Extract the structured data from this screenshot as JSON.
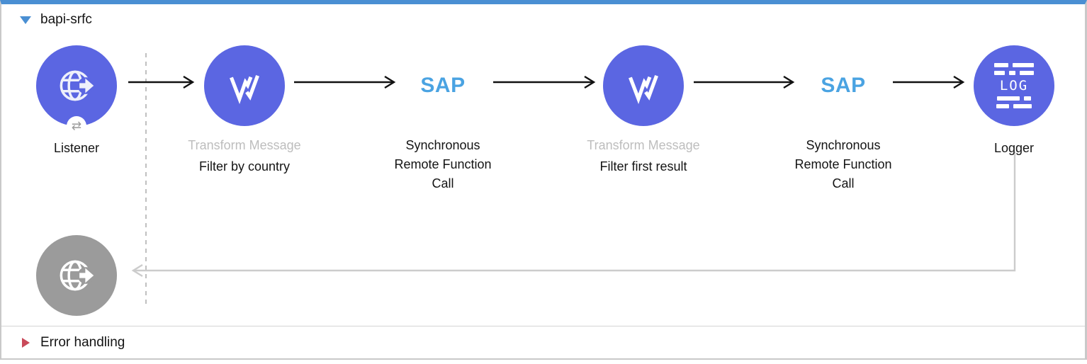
{
  "flow": {
    "title": "bapi-srfc",
    "error_handling": "Error handling"
  },
  "nodes": {
    "listener": {
      "label": "Listener",
      "badge_glyph": "⇄"
    },
    "transform1": {
      "type": "Transform Message",
      "name": "Filter by country"
    },
    "sap1": {
      "logo": "SAP",
      "label": "Synchronous Remote Function Call"
    },
    "transform2": {
      "type": "Transform Message",
      "name": "Filter first result"
    },
    "sap2": {
      "logo": "SAP",
      "label": "Synchronous Remote Function Call"
    },
    "logger": {
      "label": "Logger",
      "icon_text": "LOG"
    }
  },
  "colors": {
    "node_purple": "#5b66e2",
    "node_gray": "#9b9b9b",
    "sap_blue": "#4aa3e2",
    "tri_blue": "#4a8fd3",
    "tri_red": "#c94a5a",
    "muted": "#bdbdbd",
    "line_gray": "#cccccc"
  }
}
